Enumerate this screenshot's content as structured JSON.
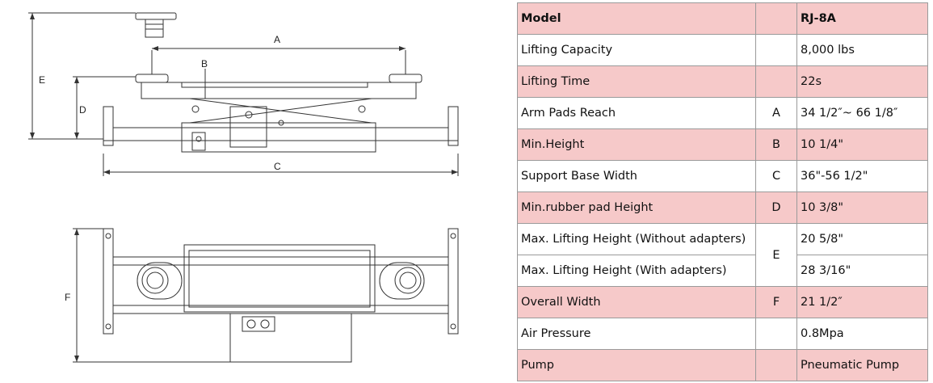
{
  "drawing": {
    "dimension_labels": {
      "a": "A",
      "b": "B",
      "c": "C",
      "d": "D",
      "e": "E",
      "f": "F"
    }
  },
  "table": {
    "header": {
      "label": "Model",
      "value": "RJ-8A"
    },
    "rows": [
      {
        "label": "Lifting Capacity",
        "code": "",
        "value": "8,000 lbs"
      },
      {
        "label": "Lifting Time",
        "code": "",
        "value": "22s"
      },
      {
        "label": "Arm Pads Reach",
        "code": "A",
        "value": "34 1/2″~ 66 1/8″"
      },
      {
        "label": "Min.Height",
        "code": "B",
        "value": "10 1/4\""
      },
      {
        "label": "Support Base Width",
        "code": "C",
        "value": "36\"-56 1/2\""
      },
      {
        "label": "Min.rubber pad Height",
        "code": "D",
        "value": "10 3/8\""
      },
      {
        "label": "Max. Lifting Height  (Without adapters)",
        "code": "E",
        "value": "20 5/8\""
      },
      {
        "label": "Max. Lifting Height (With adapters)",
        "code": "",
        "value": "28 3/16\""
      },
      {
        "label": "Overall Width",
        "code": "F",
        "value": "21 1/2″"
      },
      {
        "label": "Air Pressure",
        "code": "",
        "value": "0.8Mpa"
      },
      {
        "label": "Pump",
        "code": "",
        "value": "Pneumatic Pump"
      }
    ]
  }
}
